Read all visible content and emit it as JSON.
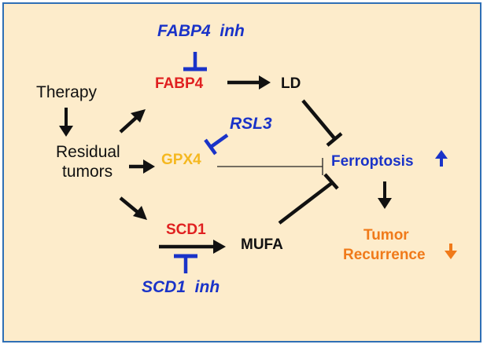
{
  "colors": {
    "background": "#fdeccb",
    "border": "#2f6fb5",
    "black": "#111111",
    "red": "#e02020",
    "yellow": "#f5b820",
    "blue": "#1a33c8",
    "orange": "#f07a1a"
  },
  "labels": {
    "therapy": "Therapy",
    "residual_line1": "Residual",
    "residual_line2": "tumors",
    "fabp4": "FABP4",
    "gpx4": "GPX4",
    "scd1": "SCD1",
    "ld": "LD",
    "mufa": "MUFA",
    "ferroptosis": "Ferroptosis",
    "tumor": "Tumor",
    "recurrence": "Recurrence"
  },
  "inhibitors": {
    "fabp4_inh": "FABP4  inh",
    "rsl3": "RSL3",
    "scd1_inh": "SCD1  inh"
  },
  "indicators": {
    "ferroptosis_trend": "up",
    "recurrence_trend": "down"
  }
}
